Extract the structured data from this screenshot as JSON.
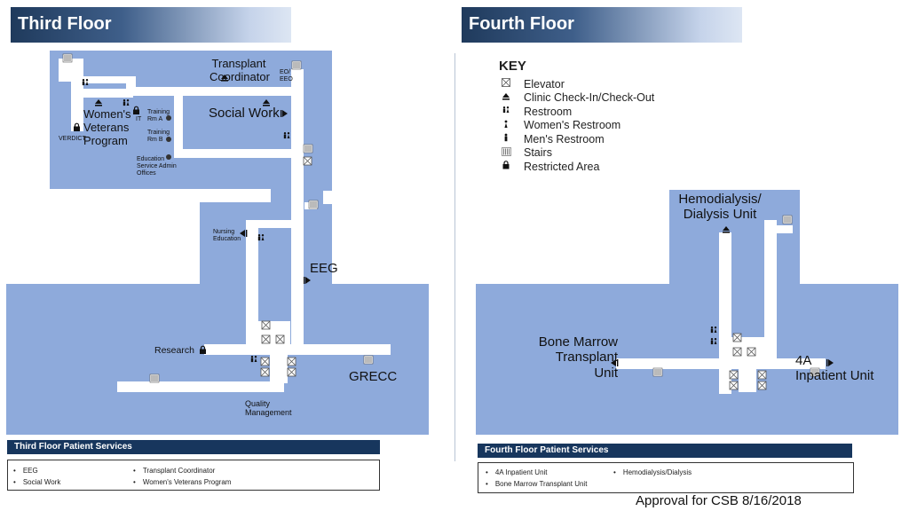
{
  "third_floor": {
    "title": "Third Floor",
    "labels": {
      "transplant_coordinator": "Transplant\nCoordinator",
      "eo_eeo": "EO/\nEEO",
      "womens_veterans_program": "Women's\nVeterans\nProgram",
      "it": "IT",
      "verdict": "VERDICT",
      "training_rm_a": "Training\nRm A",
      "training_rm_b": "Training\nRm B",
      "social_work": "Social Work",
      "education_offices": "Education\nService Admin\nOffices",
      "nursing_education": "Nursing\nEducation",
      "eeg": "EEG",
      "research": "Research",
      "grecc": "GRECC",
      "quality_management": "Quality\nManagement"
    },
    "services_title": "Third Floor Patient Services",
    "services_col1": [
      "EEG",
      "Social Work"
    ],
    "services_col2": [
      "Transplant Coordinator",
      "Women's Veterans Program"
    ]
  },
  "fourth_floor": {
    "title": "Fourth Floor",
    "labels": {
      "hemodialysis": "Hemodialysis/\nDialysis Unit",
      "bone_marrow": "Bone Marrow\nTransplant\nUnit",
      "inpatient_4a": "4A\nInpatient Unit"
    },
    "services_title": "Fourth Floor Patient Services",
    "services_col1": [
      "4A Inpatient Unit",
      "Bone Marrow Transplant Unit"
    ],
    "services_col2": [
      "Hemodialysis/Dialysis"
    ]
  },
  "key": {
    "title": "KEY",
    "items": [
      {
        "icon": "elevator-icon",
        "label": "Elevator"
      },
      {
        "icon": "clinic-check-in-icon",
        "label": "Clinic Check-In/Check-Out"
      },
      {
        "icon": "restroom-icon",
        "label": "Restroom"
      },
      {
        "icon": "womens-restroom-icon",
        "label": "Women's Restroom"
      },
      {
        "icon": "mens-restroom-icon",
        "label": "Men's Restroom"
      },
      {
        "icon": "stairs-icon",
        "label": "Stairs"
      },
      {
        "icon": "lock-icon",
        "label": "Restricted Area"
      }
    ]
  },
  "footer": "Approval for CSB 8/16/2018",
  "colors": {
    "floor": "#8eaadb",
    "corridor": "#ffffff",
    "header_dark": "#1f3a5c",
    "service_header": "#17365d"
  }
}
